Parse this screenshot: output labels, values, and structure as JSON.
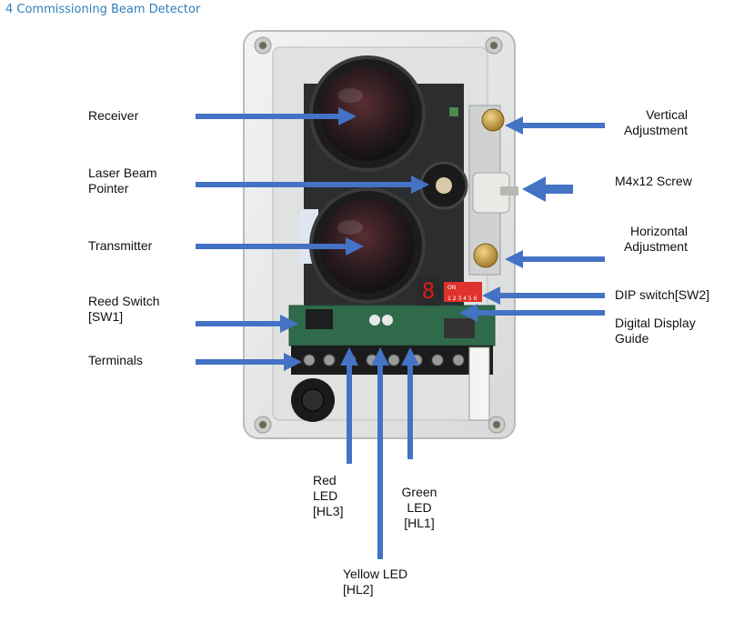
{
  "header": {
    "title": "4 Commissioning Beam Detector"
  },
  "colors": {
    "title": "#2f7fb8",
    "arrow": "#4472c4",
    "housing": "#e9ebea",
    "dark_assembly": "#2b2d2f",
    "pcb": "#2f6b4a",
    "dip_switch": "#e0322d",
    "display": "#d81c1c",
    "brass": "#c9a24a"
  },
  "labels": {
    "receiver": "Receiver",
    "laser_line1": "Laser Beam",
    "laser_line2": "Pointer",
    "transmitter": "Transmitter",
    "reed_line1": "Reed Switch",
    "reed_line2": "[SW1]",
    "terminals": "Terminals",
    "vertical_line1": "Vertical",
    "vertical_line2": "Adjustment",
    "screw": "M4x12 Screw",
    "horizontal_line1": "Horizontal",
    "horizontal_line2": "Adjustment",
    "dip": "DIP switch[SW2]",
    "display_line1": "Digital Display",
    "display_line2": "Guide",
    "red_line1": "Red",
    "red_line2": "LED",
    "red_line3": "[HL3]",
    "green_line1": "Green",
    "green_line2": "LED",
    "green_line3": "[HL1]",
    "yellow_line1": "Yellow LED",
    "yellow_line2": "[HL2]"
  },
  "device": {
    "display_digit": "8",
    "dip_header": "ON",
    "dip_numbers": "1 2 3 4 5 6"
  },
  "icons": {
    "arrow": "block-arrow-icon",
    "screw_hole": "screw-hole-icon"
  }
}
